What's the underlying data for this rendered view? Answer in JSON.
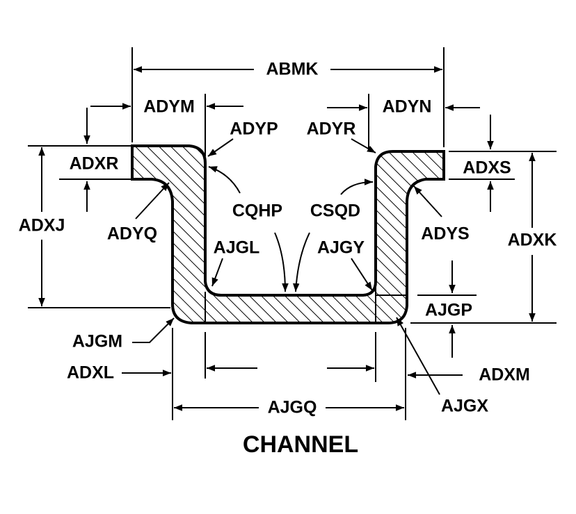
{
  "title": "CHANNEL",
  "labels": {
    "ABMK": "ABMK",
    "ADYM": "ADYM",
    "ADYN": "ADYN",
    "ADYP": "ADYP",
    "ADYR": "ADYR",
    "ADXR": "ADXR",
    "ADXS": "ADXS",
    "ADXJ": "ADXJ",
    "ADXK": "ADXK",
    "ADYQ": "ADYQ",
    "ADYS": "ADYS",
    "CQHP": "CQHP",
    "CSQD": "CSQD",
    "AJGL": "AJGL",
    "AJGY": "AJGY",
    "AJGP": "AJGP",
    "AJGM": "AJGM",
    "ADXL": "ADXL",
    "ADXM": "ADXM",
    "AJGQ": "AJGQ",
    "AJGX": "AJGX"
  }
}
